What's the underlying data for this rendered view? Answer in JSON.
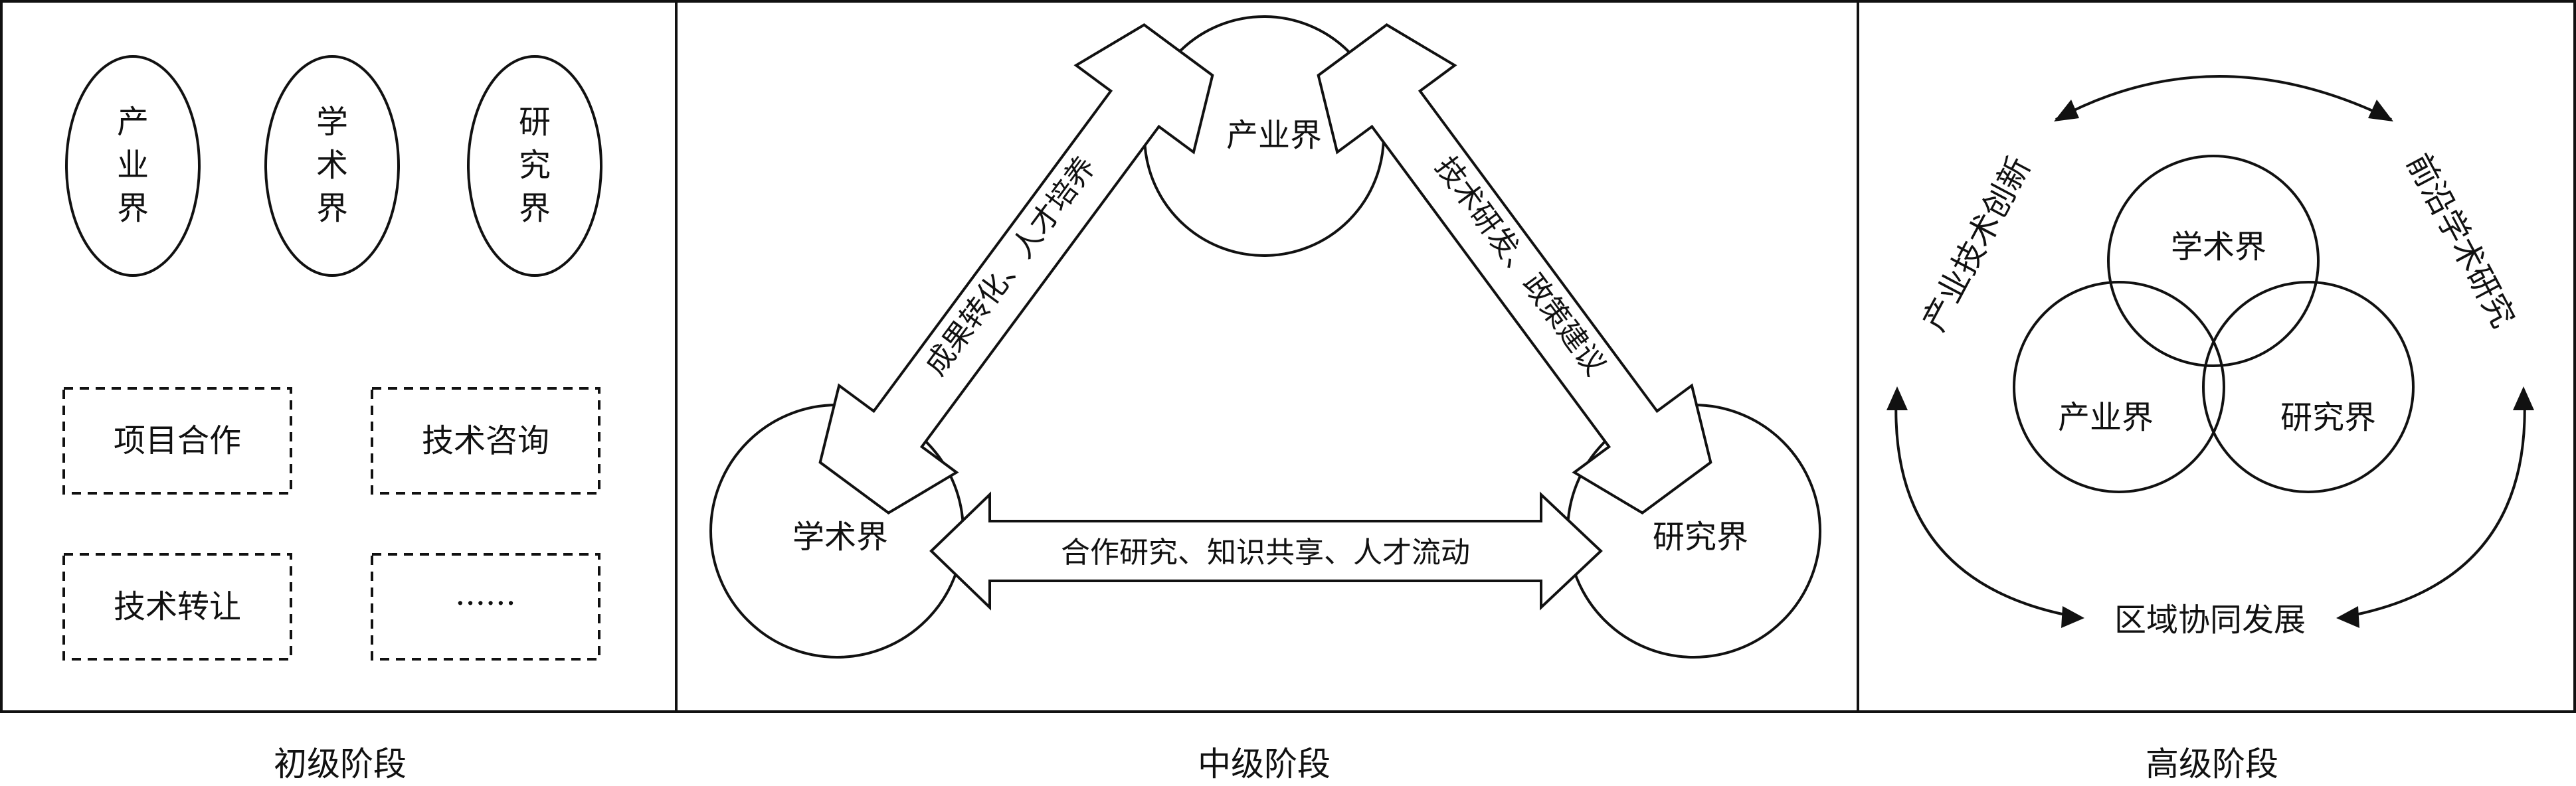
{
  "stage1": {
    "ellipses": [
      "产业界",
      "学术界",
      "研究界"
    ],
    "boxes": [
      "项目合作",
      "技术咨询",
      "技术转让",
      "······"
    ],
    "caption": "初级阶段"
  },
  "stage2": {
    "nodes": {
      "industry": "产业界",
      "academia": "学术界",
      "research": "研究界"
    },
    "arrows": {
      "left": "成果转化、人才培养",
      "right": "技术研发、政策建议",
      "bottom": "合作研究、知识共享、人才流动"
    },
    "caption": "中级阶段"
  },
  "stage3": {
    "venn": {
      "top": "学术界",
      "left": "产业界",
      "right": "研究界"
    },
    "arcs": {
      "left": "产业技术创新",
      "right": "前沿学术研究",
      "bottom": "区域协同发展"
    },
    "caption": "高级阶段"
  }
}
